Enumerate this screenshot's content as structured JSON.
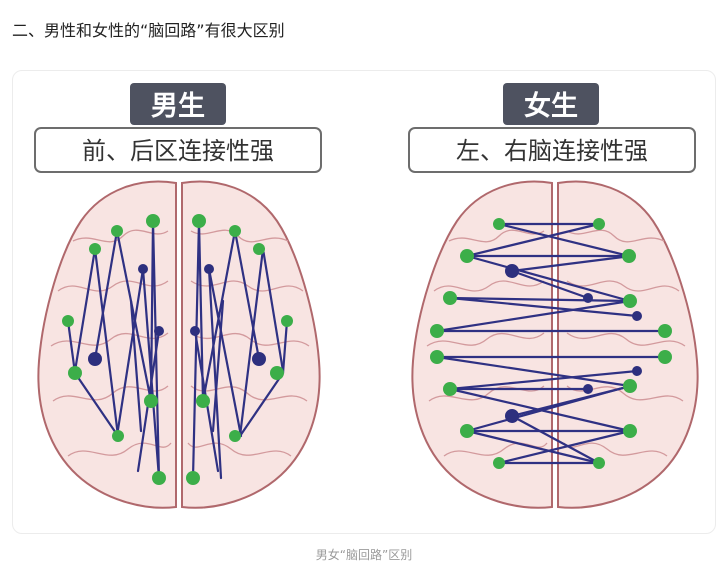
{
  "article": {
    "heading": "二、男性和女性的“脑回路”有很大区别",
    "caption": "男女“脑回路”区别"
  },
  "figure": {
    "male": {
      "title": "男生",
      "subtitle": "前、后区连接性强"
    },
    "female": {
      "title": "女生",
      "subtitle": "左、右脑连接性强"
    }
  },
  "colors": {
    "brain_fill": "#f8e4e2",
    "brain_stroke": "#b0686c",
    "gyrus_stroke": "#d39a9d",
    "node_green": "#3cae49",
    "node_navy": "#2d2f7e",
    "line_navy": "#2f3183",
    "title_box": "#4e5260",
    "title_text": "#ffffff",
    "subtitle_border": "#6d6d6d",
    "subtitle_text": "#333333",
    "heading_text": "#222222",
    "caption_text": "#9a9a9a"
  }
}
